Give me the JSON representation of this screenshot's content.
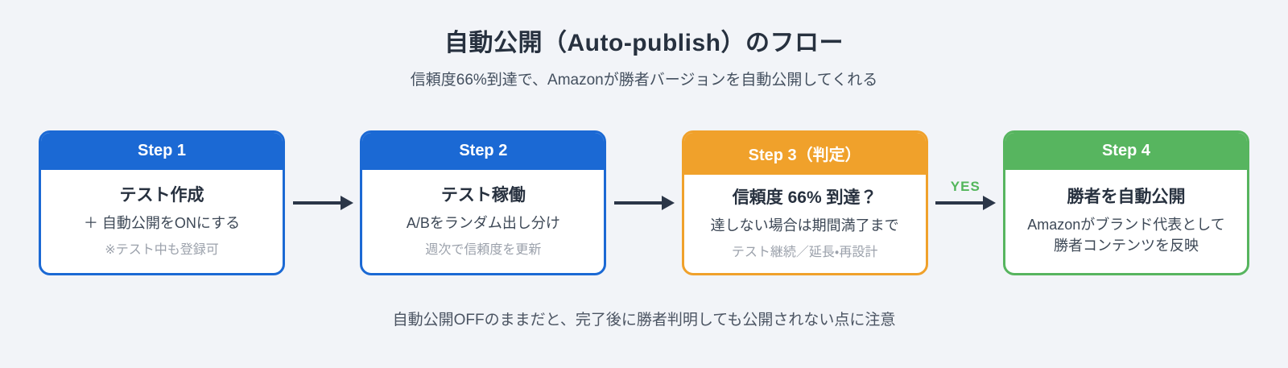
{
  "page": {
    "title": "自動公開（Auto-publish）のフロー",
    "subtitle": "信頼度66%到達で、Amazonが勝者バージョンを自動公開してくれる",
    "footnote": "自動公開OFFのままだと、完了後に勝者判明しても公開されない点に注意"
  },
  "flow": {
    "steps": [
      {
        "header": "Step 1",
        "accent": "#1B69D4",
        "title": "テスト作成",
        "desc": "＋ 自動公開をONにする",
        "note": "※テスト中も登録可"
      },
      {
        "header": "Step 2",
        "accent": "#1B69D4",
        "title": "テスト稼働",
        "desc": "A/Bをランダム出し分け",
        "note": "週次で信頼度を更新"
      },
      {
        "header": "Step 3（判定）",
        "accent": "#F0A12B",
        "title": "信頼度 66% 到達？",
        "desc": "達しない場合は期間満了まで",
        "note": "テスト継続／延長・再設計"
      },
      {
        "header": "Step 4",
        "accent": "#57B55F",
        "title": "勝者を自動公開",
        "desc": "Amazonがブランド代表として\n勝者コンテンツを反映",
        "note": ""
      }
    ],
    "connectors": [
      {
        "label": ""
      },
      {
        "label": ""
      },
      {
        "label": "YES",
        "label_color": "#53B65B"
      }
    ]
  },
  "colors": {
    "background": "#F2F4F8",
    "arrow": "#2B3648",
    "title_text": "#27313F",
    "desc_text": "#3D4856",
    "muted_text": "#9BA1AB",
    "yes_label": "#53B65B",
    "step_blue": "#1B69D4",
    "step_orange": "#F0A12B",
    "step_green": "#57B55F"
  }
}
